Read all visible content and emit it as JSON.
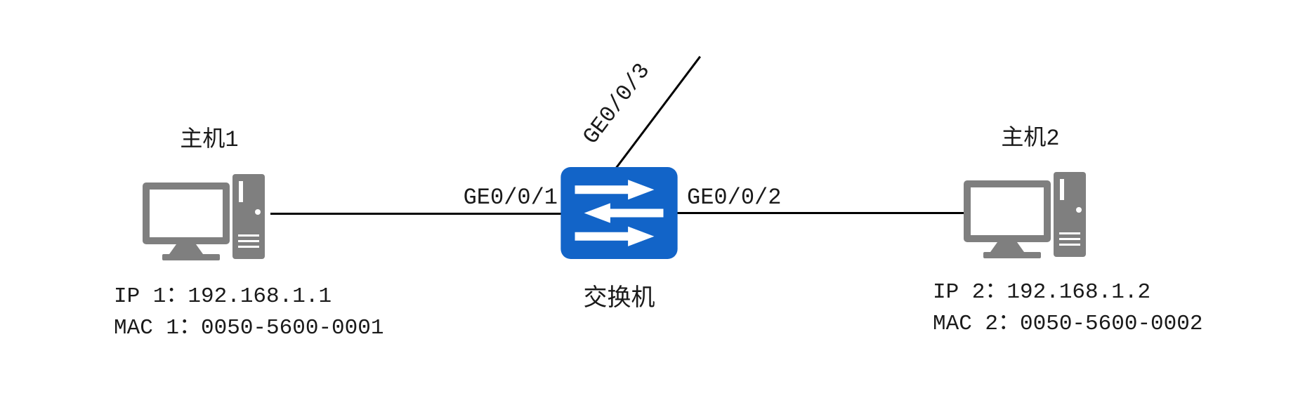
{
  "diagram_type": "network-topology",
  "colors": {
    "switch_blue": "#1264c8",
    "device_gray": "#7f7f7f",
    "line_black": "#000000",
    "background": "#ffffff"
  },
  "hosts": [
    {
      "name": "主机1",
      "ip": "IP 1：192.168.1.1",
      "mac": "MAC 1：0050-5600-0001"
    },
    {
      "name": "主机2",
      "ip": "IP 2：192.168.1.2",
      "mac": "MAC 2：0050-5600-0002"
    }
  ],
  "switch": {
    "name": "交换机"
  },
  "ports": {
    "left": "GE0/0/1",
    "right": "GE0/0/2",
    "top": "GE0/0/3"
  }
}
